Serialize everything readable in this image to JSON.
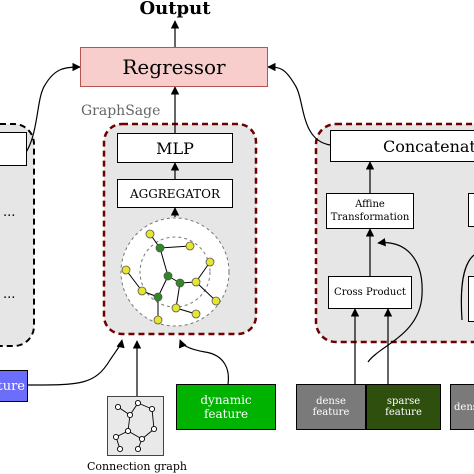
{
  "title": "Output",
  "regressor": "Regressor",
  "graphsage_label": "GraphSage",
  "mlp": "MLP",
  "aggregator": "AGGREGATOR",
  "concatenate": "Concatenat",
  "affine_line1": "Affine",
  "affine_line2": "Transformation",
  "cross_product": "Cross Product",
  "left_feature": "feature",
  "dynamic_feature": "dynamic feature",
  "dense_feature": "dense feature",
  "sparse_feature": "sparse feature",
  "dense_feature_cut": "dens",
  "connection_graph": "Connection graph",
  "ellipsis": "...",
  "colors": {
    "regressor_fill": "#f8cecc",
    "regressor_border": "#b85450",
    "panel_fill": "#e6e6e6",
    "panel_border": "#6f0000",
    "left_feature_fill": "#6d6dfb",
    "dynamic_fill": "#00b300",
    "dense_fill": "#7a7a7a",
    "sparse_fill": "#2f4f0f",
    "node_yellow": "#e6e630",
    "node_green": "#2e8b22"
  }
}
